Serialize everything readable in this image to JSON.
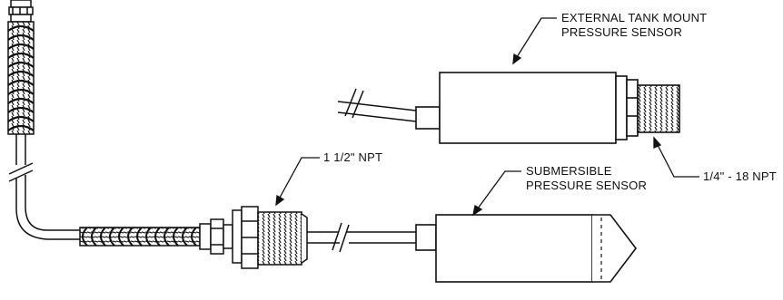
{
  "labels": {
    "external_sensor": {
      "line1": "EXTERNAL TANK MOUNT",
      "line2": "PRESSURE SENSOR"
    },
    "thread_quarter": "1/4\" - 18 NPT",
    "thread_npt": "1 1/2\" NPT",
    "submersible_sensor": {
      "line1": "SUBMERSIBLE",
      "line2": "PRESSURE SENSOR"
    }
  },
  "colors": {
    "line": "#111111",
    "background": "#ffffff"
  }
}
